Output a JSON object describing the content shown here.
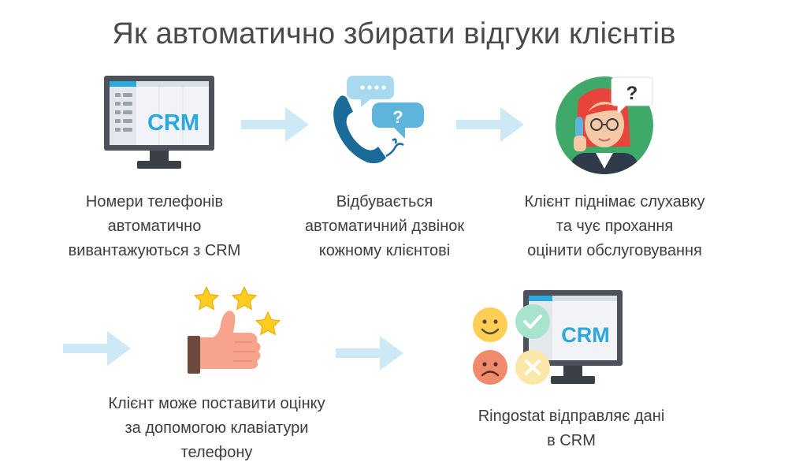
{
  "title": "Як автоматично збирати відгуки клієнтів",
  "colors": {
    "arrow": "#cde9f6",
    "crm_text": "#2aa9e0",
    "monitor_frame": "#4d5159",
    "screen_header": "#2aa9e0",
    "phone": "#1a6a9a",
    "bubble": "#8ccde9",
    "avatar_bg": "#3fa96a",
    "star": "#ffcc22",
    "happy_face": "#ffcf55",
    "sad_face": "#f08a6c",
    "check_circle": "#a8e3cd",
    "cross_circle": "#fbe7a8"
  },
  "icons": {
    "crm_monitor": "crm-monitor-icon",
    "phone_call": "phone-call-icon",
    "customer": "customer-avatar-icon",
    "thumbs_up": "thumbs-up-stars-icon",
    "rating_crm": "rating-crm-icon",
    "arrow": "arrow-right-icon"
  },
  "steps": [
    {
      "lines": [
        "Номери телефонів",
        "автоматично",
        "вивантажуються з CRM"
      ],
      "icon_text": "CRM"
    },
    {
      "lines": [
        "Відбувається",
        "автоматичний дзвінок",
        "кожному клієнтові"
      ],
      "icon_text": "?"
    },
    {
      "lines": [
        "Клієнт піднімає слухавку",
        "та чує прохання",
        "оцінити обслуговування"
      ],
      "icon_text": "?"
    },
    {
      "lines": [
        "Клієнт може поставити оцінку",
        "за допомогою клавіатури",
        "телефону"
      ]
    },
    {
      "lines": [
        "Ringostat відправляє дані",
        "в CRM"
      ],
      "icon_text": "CRM"
    }
  ]
}
